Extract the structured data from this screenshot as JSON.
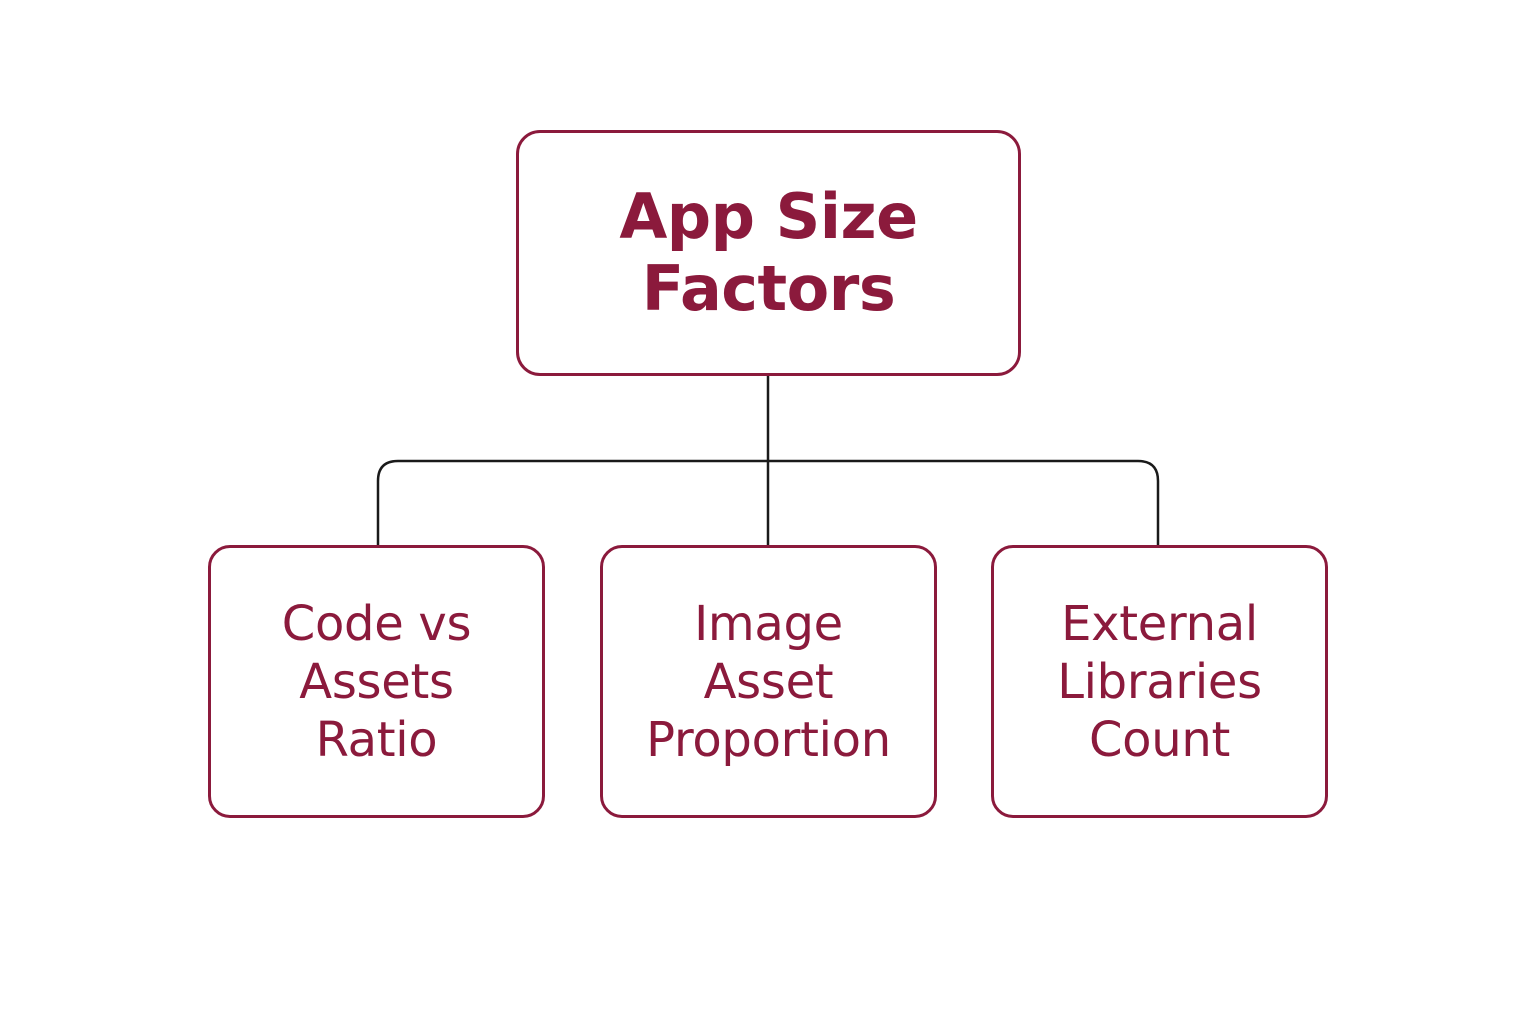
{
  "colors": {
    "node_border": "#8b1a3c",
    "node_text": "#8b1a3c",
    "connector": "#1a1a1a",
    "background": "#ffffff"
  },
  "root": {
    "lines": [
      "App Size",
      "Factors"
    ]
  },
  "children": [
    {
      "lines": [
        "Code vs",
        "Assets",
        "Ratio"
      ]
    },
    {
      "lines": [
        "Image",
        "Asset",
        "Proportion"
      ]
    },
    {
      "lines": [
        "External",
        "Libraries",
        "Count"
      ]
    }
  ]
}
